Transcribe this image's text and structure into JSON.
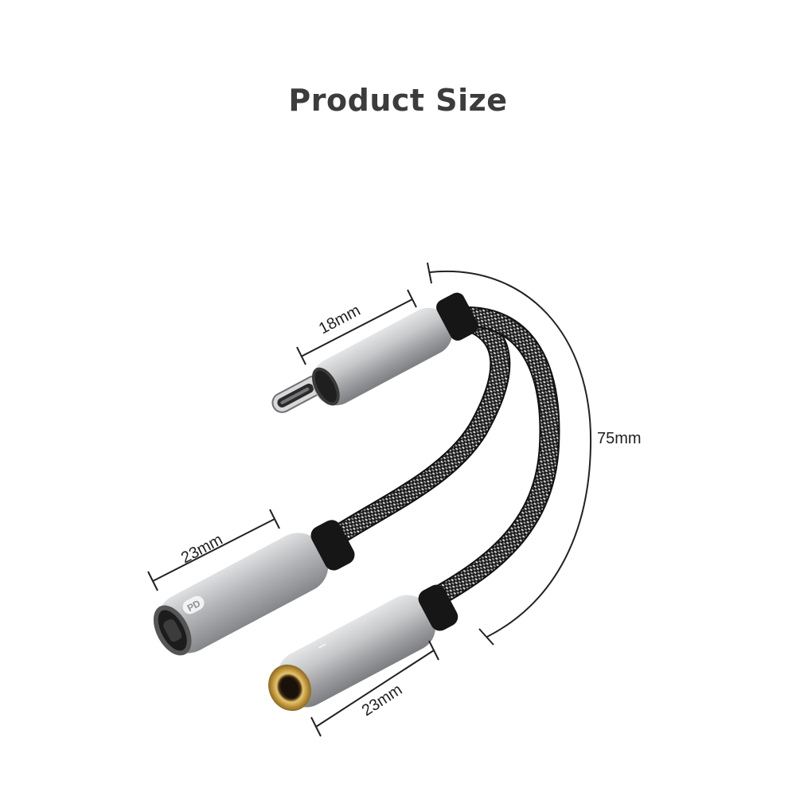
{
  "title": "Product Size",
  "dimensions": {
    "usb_c_plug_length": "18mm",
    "usb_c_female_length": "23mm",
    "audio_jack_length": "23mm",
    "cable_length": "75mm"
  },
  "badges": {
    "pd": "PD"
  },
  "colors": {
    "title": "#3c3c3c",
    "metal": "#b5b6b8",
    "metal_dark": "#8e8f92",
    "cable_braid": "#1e1e1e",
    "boot": "#151515",
    "gold": "#c9a34a",
    "line": "#222222"
  }
}
